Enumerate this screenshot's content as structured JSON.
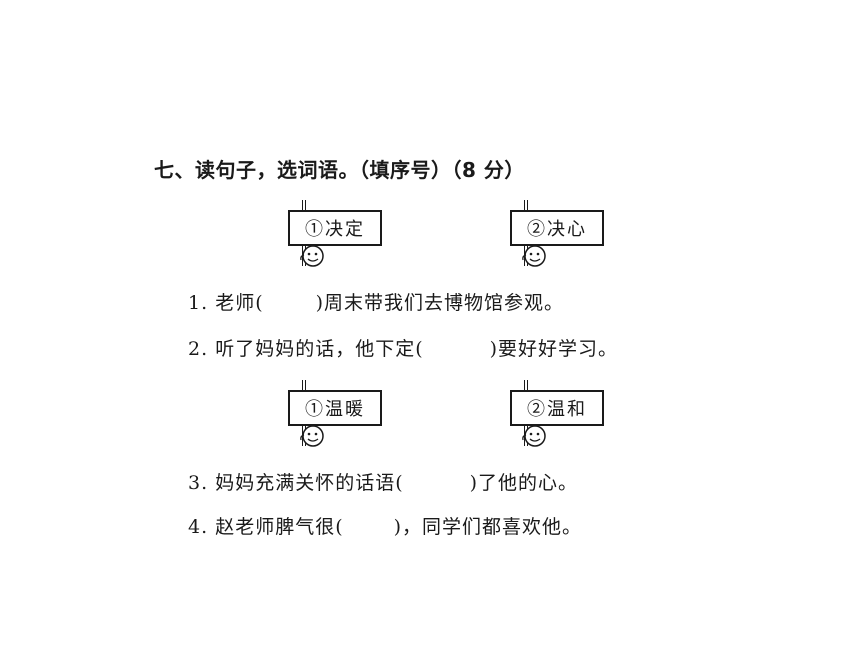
{
  "heading": "七、读句子，选词语。（填序号）（8 分）",
  "groups": [
    {
      "options": [
        "①决定",
        "②决心"
      ],
      "sentences": [
        {
          "num": "1.",
          "before": "老师(",
          "after": ")周末带我们去博物馆参观。"
        },
        {
          "num": "2.",
          "before": "听了妈妈的话，他下定(",
          "after": ")要好好学习。"
        }
      ]
    },
    {
      "options": [
        "①温暖",
        "②温和"
      ],
      "sentences": [
        {
          "num": "3.",
          "before": "妈妈充满关怀的话语(",
          "after": ")了他的心。"
        },
        {
          "num": "4.",
          "before": "赵老师脾气很(",
          "after": ")，同学们都喜欢他。"
        }
      ]
    }
  ]
}
